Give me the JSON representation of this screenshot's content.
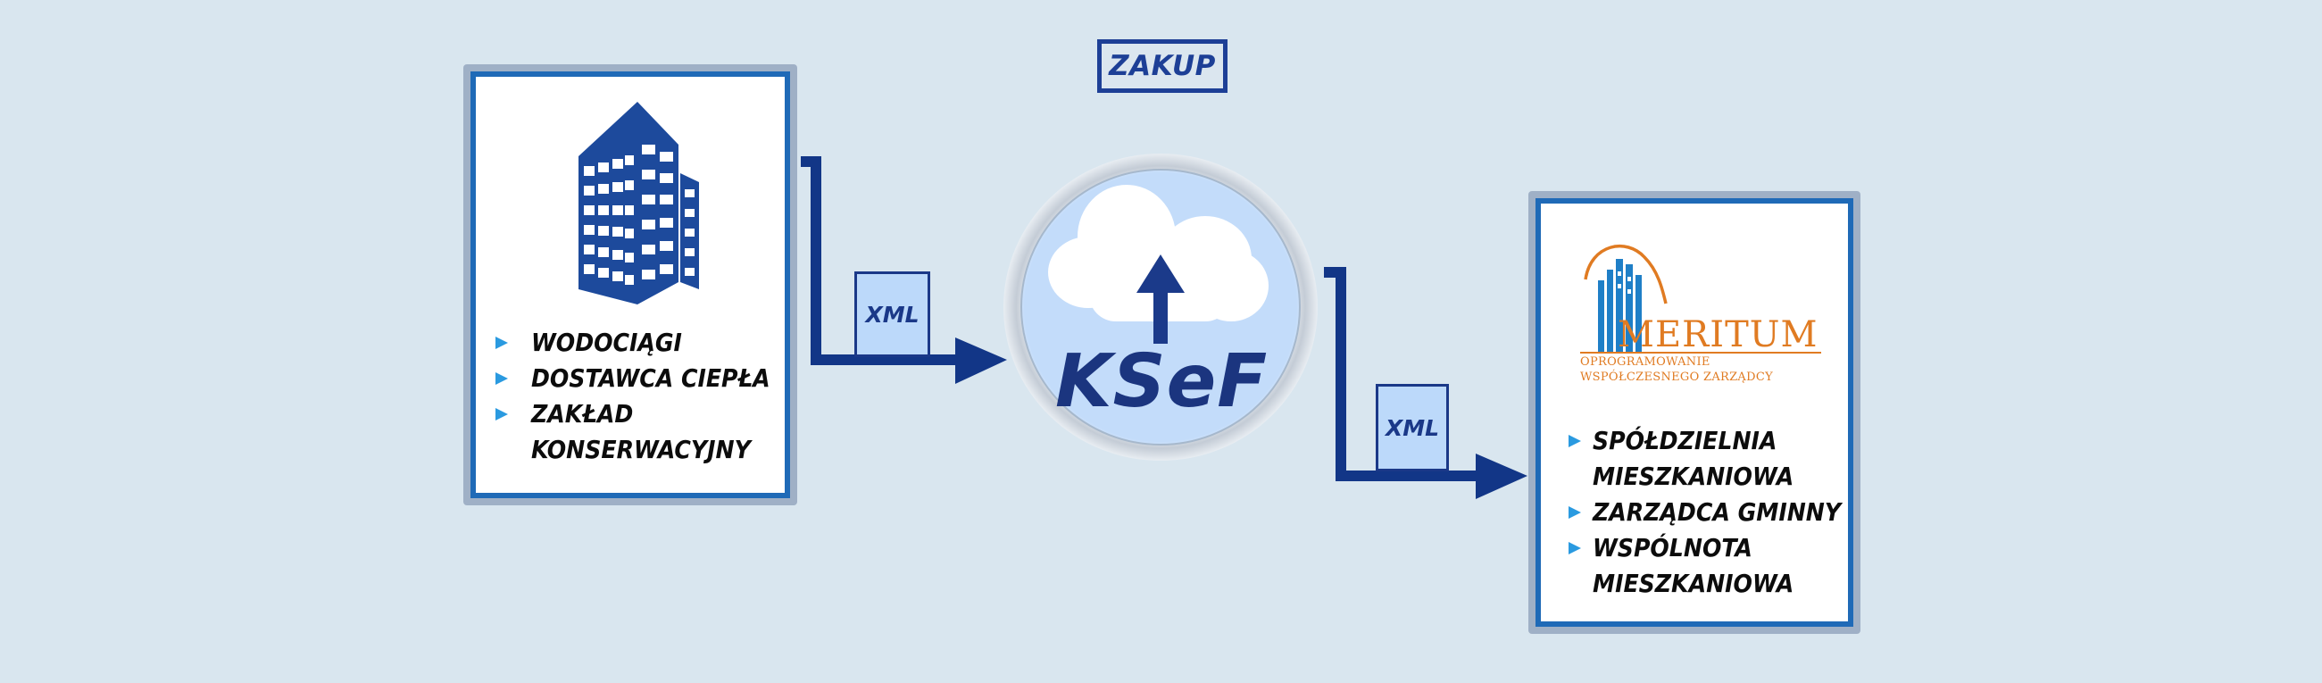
{
  "title": "ZAKUP",
  "left_card": {
    "icon": "office-building-icon",
    "items": [
      "WODOCIĄGI",
      "DOSTAWCA CIEPŁA",
      "ZAKŁAD",
      "KONSERWACYJNY"
    ]
  },
  "xml_label_1": "XML",
  "xml_label_2": "XML",
  "center": {
    "label": "KSeF",
    "icon": "cloud-upload-icon"
  },
  "right_card": {
    "logo": {
      "name": "MERITUM",
      "subtitle_line1": "OPROGRAMOWANIE",
      "subtitle_line2": "WSPÓŁCZESNEGO ZARZĄDCY"
    },
    "items": [
      "SPÓŁDZIELNIA",
      "MIESZKANIOWA",
      "ZARZĄDCA GMINNY",
      "WSPÓLNOTA",
      "MIESZKANIOWA"
    ]
  },
  "colors": {
    "background": "#d9e6ef",
    "navy": "#1d3f96",
    "card_border": "#1f6ab7",
    "bullet": "#2a9ae0",
    "logo_orange": "#e07b22"
  }
}
